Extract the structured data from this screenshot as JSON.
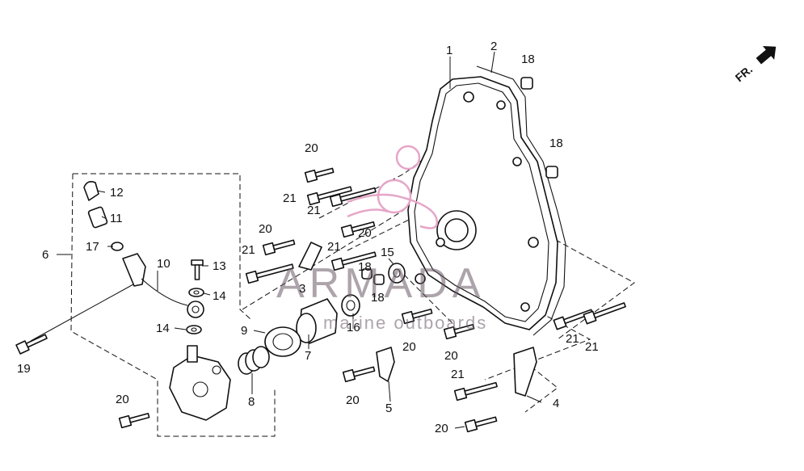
{
  "watermark": {
    "brand": "ARMADA",
    "tagline": "marine outboards",
    "logo_color": "#e6a6c8",
    "text_color": "#6b5a67"
  },
  "direction_label": "FR.",
  "callouts": [
    {
      "id": "c1",
      "text": "1"
    },
    {
      "id": "c2",
      "text": "2"
    },
    {
      "id": "c3",
      "text": "3"
    },
    {
      "id": "c4",
      "text": "4"
    },
    {
      "id": "c5",
      "text": "5"
    },
    {
      "id": "c6",
      "text": "6"
    },
    {
      "id": "c7",
      "text": "7"
    },
    {
      "id": "c8",
      "text": "8"
    },
    {
      "id": "c9",
      "text": "9"
    },
    {
      "id": "c10",
      "text": "10"
    },
    {
      "id": "c11",
      "text": "11"
    },
    {
      "id": "c12",
      "text": "12"
    },
    {
      "id": "c13",
      "text": "13"
    },
    {
      "id": "c14a",
      "text": "14"
    },
    {
      "id": "c14b",
      "text": "14"
    },
    {
      "id": "c15",
      "text": "15"
    },
    {
      "id": "c16",
      "text": "16"
    },
    {
      "id": "c17",
      "text": "17"
    },
    {
      "id": "c18a",
      "text": "18"
    },
    {
      "id": "c18b",
      "text": "18"
    },
    {
      "id": "c18c",
      "text": "18"
    },
    {
      "id": "c18d",
      "text": "18"
    },
    {
      "id": "c19",
      "text": "19"
    },
    {
      "id": "c20a",
      "text": "20"
    },
    {
      "id": "c20b",
      "text": "20"
    },
    {
      "id": "c20c",
      "text": "20"
    },
    {
      "id": "c20d",
      "text": "20"
    },
    {
      "id": "c20e",
      "text": "20"
    },
    {
      "id": "c20f",
      "text": "20"
    },
    {
      "id": "c20g",
      "text": "20"
    },
    {
      "id": "c20h",
      "text": "20"
    },
    {
      "id": "c21a",
      "text": "21"
    },
    {
      "id": "c21b",
      "text": "21"
    },
    {
      "id": "c21c",
      "text": "21"
    },
    {
      "id": "c21d",
      "text": "21"
    },
    {
      "id": "c21e",
      "text": "21"
    },
    {
      "id": "c21f",
      "text": "21"
    },
    {
      "id": "c21g",
      "text": "21"
    }
  ]
}
